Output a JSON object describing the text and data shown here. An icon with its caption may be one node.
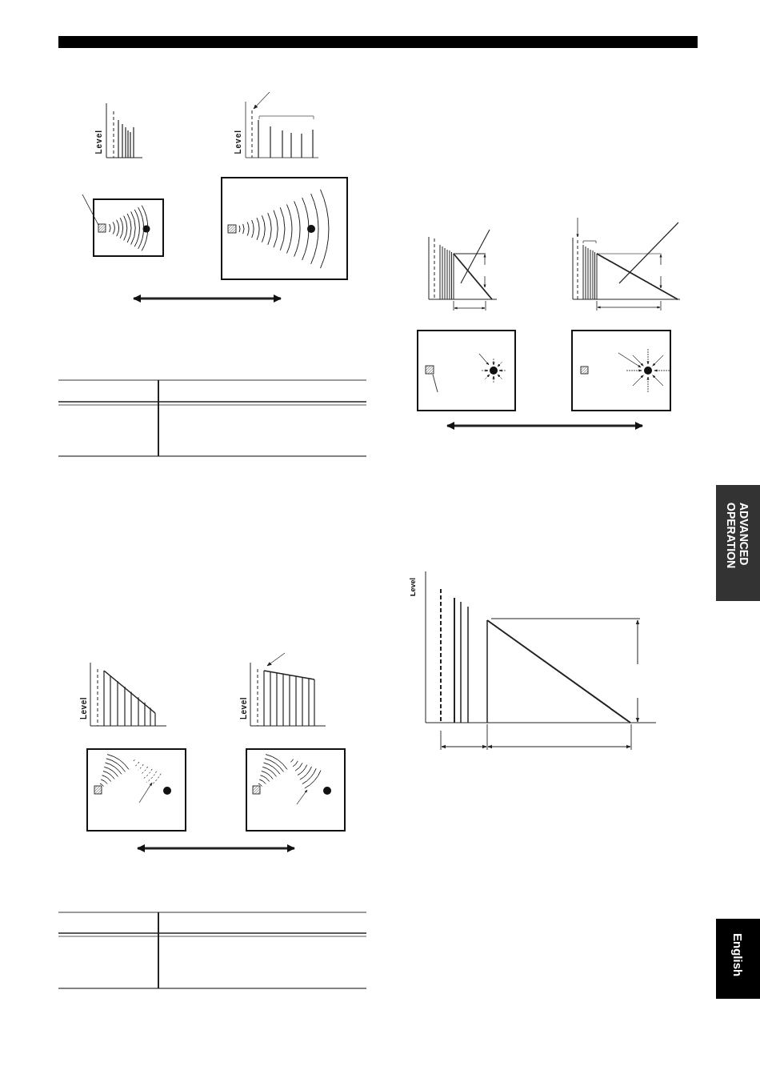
{
  "diagram": {
    "labels": [
      "Level",
      "Level",
      "Level",
      "Level",
      "Level",
      "ADVANCED OPERATION",
      "English"
    ]
  }
}
